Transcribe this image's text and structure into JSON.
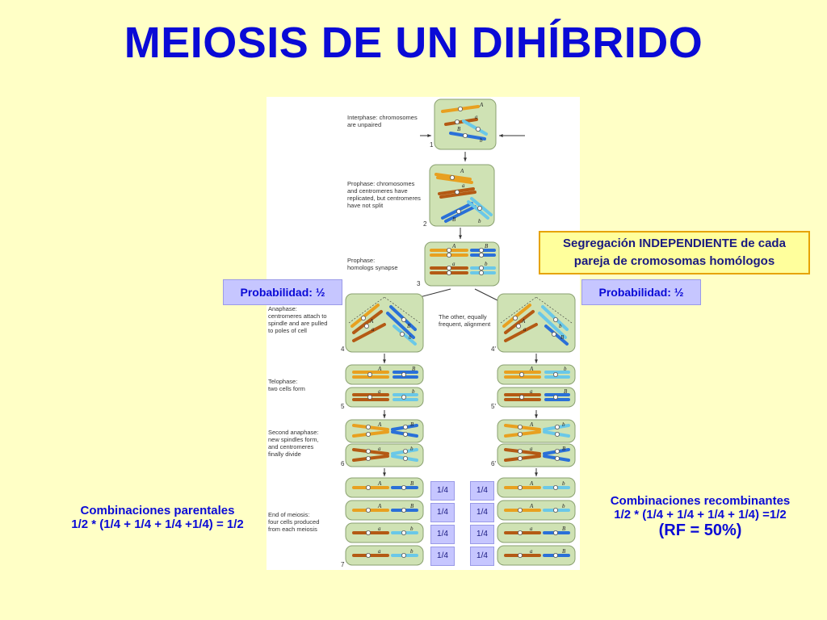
{
  "title": "MEIOSIS DE UN DIHÍBRIDO",
  "colors": {
    "background": "#ffffc6",
    "title": "#0a0ad6",
    "cell_fill": "#cfe2b4",
    "chrom_A": "#e8a020",
    "chrom_a": "#b45a14",
    "chrom_B": "#2a70d8",
    "chrom_b": "#6ac8e8"
  },
  "left_parent": {
    "genes": [
      "B",
      "A"
    ]
  },
  "right_parent": {
    "genes": [
      "b",
      "a"
    ]
  },
  "stages": [
    {
      "number": "1",
      "text": [
        "Interphase: chromosomes",
        "are unpaired"
      ]
    },
    {
      "number": "2",
      "text": [
        "Prophase: chromosomes",
        "and centromeres have",
        "replicated, but centromeres",
        "have not split"
      ]
    },
    {
      "number": "3",
      "text": [
        "Prophase:",
        "homologs synapse"
      ]
    },
    {
      "number": "4",
      "text": [
        "Anaphase:",
        "centromeres attach to",
        "spindle and are pulled",
        "to poles of cell"
      ]
    },
    {
      "number": "4'",
      "text": [
        "The other, equally",
        "frequent, alignment"
      ]
    },
    {
      "number": "5",
      "text": [
        "Telophase:",
        "two cells form"
      ]
    },
    {
      "number": "5'",
      "text": []
    },
    {
      "number": "6",
      "text": [
        "Second anaphase:",
        "new spindles form,",
        "and centromeres",
        "finally divide"
      ]
    },
    {
      "number": "6'",
      "text": []
    },
    {
      "number": "7",
      "text": [
        "End of meiosis:",
        "four cells produced",
        "from each meiosis"
      ]
    }
  ],
  "probability_left": "Probabilidad: ½",
  "probability_right": "Probabilidad: ½",
  "segregation": {
    "line1": "Segregación INDEPENDIENTE de cada",
    "line2": "pareja de cromosomas homólogos"
  },
  "gametes_left": [
    [
      "A",
      "B"
    ],
    [
      "A",
      "B"
    ],
    [
      "a",
      "b"
    ],
    [
      "a",
      "b"
    ]
  ],
  "gametes_right": [
    [
      "A",
      "b"
    ],
    [
      "A",
      "b"
    ],
    [
      "a",
      "B"
    ],
    [
      "a",
      "B"
    ]
  ],
  "fractions_left": [
    "1/4",
    "1/4",
    "1/4",
    "1/4"
  ],
  "fractions_right": [
    "1/4",
    "1/4",
    "1/4",
    "1/4"
  ],
  "parental": {
    "line1": "Combinaciones parentales",
    "line2": "1/2 * (1/4 + 1/4 + 1/4 +1/4) = 1/2"
  },
  "recombinant": {
    "line1": "Combinaciones recombinantes",
    "line2": "1/2 * (1/4 + 1/4 + 1/4 + 1/4) =1/2",
    "line3": "(RF = 50%)"
  }
}
